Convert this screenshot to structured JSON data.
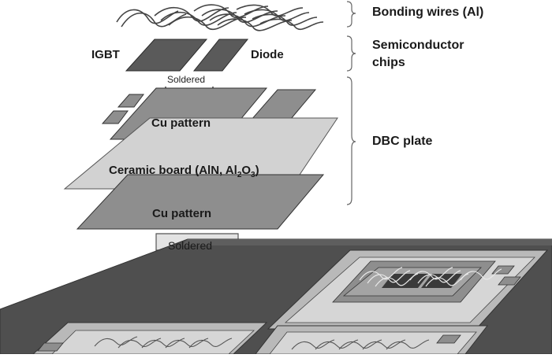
{
  "labels": {
    "bonding_wires": "Bonding wires (Al)",
    "semiconductor_line1": "Semiconductor",
    "semiconductor_line2": "chips",
    "dbc_plate": "DBC plate",
    "igbt": "IGBT",
    "diode": "Diode",
    "soldered_small": "Soldered",
    "cu_pattern_top": "Cu pattern",
    "ceramic_prefix": "Ceramic board (AlN, Al",
    "ceramic_sub2": "2",
    "ceramic_o": "O",
    "ceramic_sub3": "3",
    "ceramic_suffix": ")",
    "cu_pattern_bottom": "Cu pattern",
    "soldered_arrow": "Soldered"
  },
  "colors": {
    "chip_dark": "#5a5a5a",
    "cu_layer": "#8e8e8e",
    "ceramic": "#d2d2d2",
    "baseplate": "#4f4f4f",
    "brace": "#666666"
  }
}
